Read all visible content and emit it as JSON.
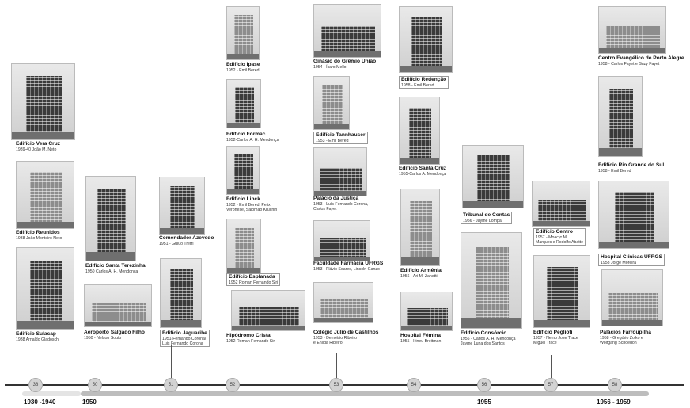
{
  "buildings": [
    {
      "name": "Edifício Vera Cruz",
      "sub": [
        "1939-40 João M. Neto"
      ]
    },
    {
      "name": "Edifício Reunidos",
      "sub": [
        "1938 João Monteiro Neto"
      ]
    },
    {
      "name": "Edifício Sulacap",
      "sub": [
        "1938 Arnaldo Gladosch"
      ]
    },
    {
      "name": "Edifício Santa Terezinha",
      "sub": [
        "1950 Carlos A. H. Mendonça"
      ]
    },
    {
      "name": "Aeroporto Salgado Filho",
      "sub": [
        "1950 - Nelson Souto"
      ]
    },
    {
      "name": "Comendador Azevedo",
      "sub": [
        "1951 - Guiuo Trerri"
      ]
    },
    {
      "name": "Edifício Jaguaribe",
      "sub": [
        "1951-Fernando Corona/",
        "Luis Fernando Corona"
      ]
    },
    {
      "name": "Edifício Ipase",
      "sub": [
        "1952 - Emil Bered"
      ]
    },
    {
      "name": "Edifício Formac",
      "sub": [
        "1952-Carlos A. H. Mendonça"
      ]
    },
    {
      "name": "Edifício Linck",
      "sub": [
        "1952 - Emil Bered, Pelix",
        "Veronese, Salomão Kruchin"
      ]
    },
    {
      "name": "Edifício Esplanada",
      "sub": [
        "1952 Roman Fernando Siri"
      ]
    },
    {
      "name": "Hipódromo Cristal",
      "sub": [
        "1952 Roman Fernando Siri"
      ]
    },
    {
      "name": "Ginásio do Grêmio União",
      "sub": [
        "1954 - Ícaro Mello"
      ]
    },
    {
      "name": "Edifício Tannhauser",
      "sub": [
        "1953 - Emil Bered"
      ]
    },
    {
      "name": "Palácio da Justiça",
      "sub": [
        "1953 - Luís Fernando Corona,",
        "Carlos Fayet"
      ]
    },
    {
      "name": "Faculdade Farmácia UFRGS",
      "sub": [
        "1953 - Flávio Soares, Lincoln Ganzo"
      ]
    },
    {
      "name": "Colégio Júlio de Castilhos",
      "sub": [
        "1953 - Demétrio Ribeiro",
        "e Enilda Ribeiro"
      ]
    },
    {
      "name": "Edifício Redenção",
      "sub": [
        "1958 - Emil Bered"
      ]
    },
    {
      "name": "Edifício Santa Cruz",
      "sub": [
        "1955-Carlos A. Mendonça"
      ]
    },
    {
      "name": "Edifício Armênia",
      "sub": [
        "1956 - Ari M. Zanetti"
      ]
    },
    {
      "name": "Hospital Fêmina",
      "sub": [
        "1955 - Irineu Breitman"
      ]
    },
    {
      "name": "Tribunal de Contas",
      "sub": [
        "1956 - Jayme Lompa"
      ]
    },
    {
      "name": "Edifício Consórcio",
      "sub": [
        "1956 - Carlos A. H. Mendonça",
        "Jayme Luna dos Santos"
      ]
    },
    {
      "name": "Edifício Centro",
      "sub": [
        "1957 - Moacyr M.",
        "Marques e Rodolfo Abatte"
      ]
    },
    {
      "name": "Edifício Peglioti",
      "sub": [
        "1957 - Nemo Jose Trace",
        "Miguel Trace"
      ]
    },
    {
      "name": "Centro Evangélico de Porto Alegre",
      "sub": [
        "1958 - Carlos Fayet e Suzy Fayet"
      ]
    },
    {
      "name": "Edifício Rio Grande do Sul",
      "sub": [
        "1958 - Emil Bered"
      ]
    },
    {
      "name": "Hospital Clínicas UFRGS",
      "sub": [
        "1958 Jorge Moreira"
      ]
    },
    {
      "name": "Palácios Farroupilha",
      "sub": [
        "1958 - Gregório Zolko e",
        "Wolfgang Schoedon"
      ]
    }
  ],
  "timeline": {
    "nodes": [
      "38",
      "50",
      "51",
      "52",
      "53",
      "54",
      "56",
      "57",
      "58"
    ],
    "periods": [
      "1930 -1940",
      "1950",
      "1955",
      "1956 - 1959"
    ]
  }
}
